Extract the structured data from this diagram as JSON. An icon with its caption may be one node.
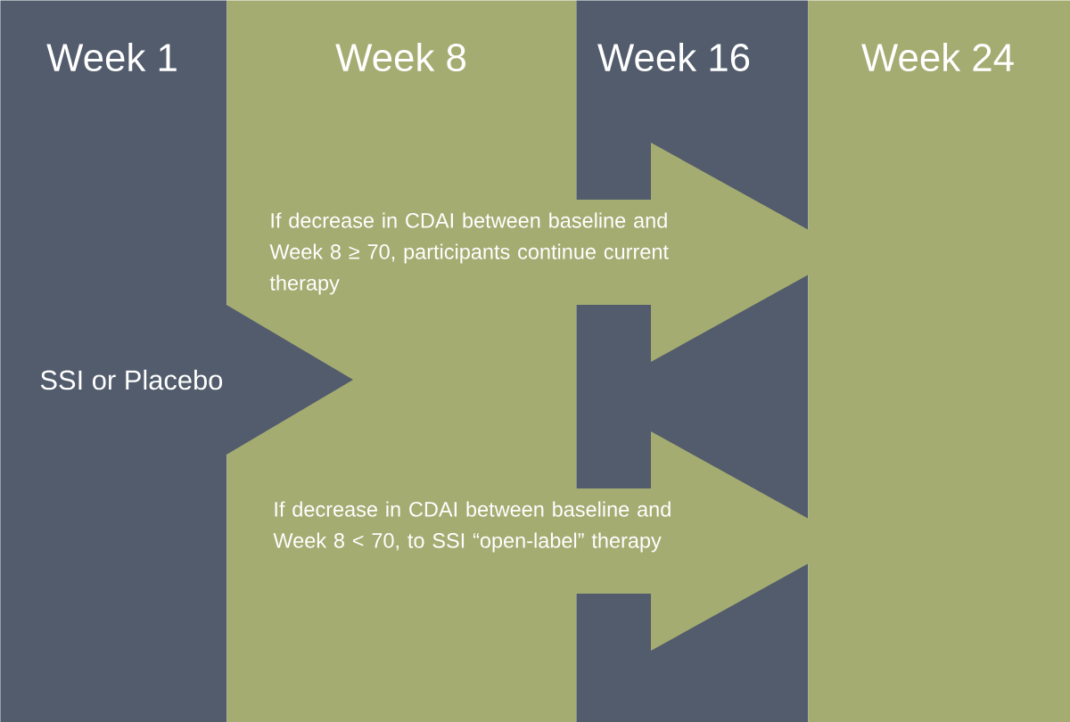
{
  "diagram": {
    "nodes": [
      {
        "text": [
          "Week 1"
        ]
      },
      {
        "text": [
          "Week 8"
        ]
      },
      {
        "text": [
          "Week 16"
        ]
      },
      {
        "text": [
          "Week 24"
        ]
      },
      {
        "text": [
          "SSI or Placebo"
        ],
        "in": 0
      },
      {
        "text": [
          "If decrease in CDAI between baseline and Week 8 ≥ 70, participants continue current therapy"
        ]
      },
      {
        "text": [
          "If decrease in CDAI between baseline and Week 8 < 70, to SSI “open-label” therapy"
        ]
      }
    ],
    "edges": [
      {
        "from": 4,
        "to": 1,
        "arrow": "to"
      }
    ]
  }
}
